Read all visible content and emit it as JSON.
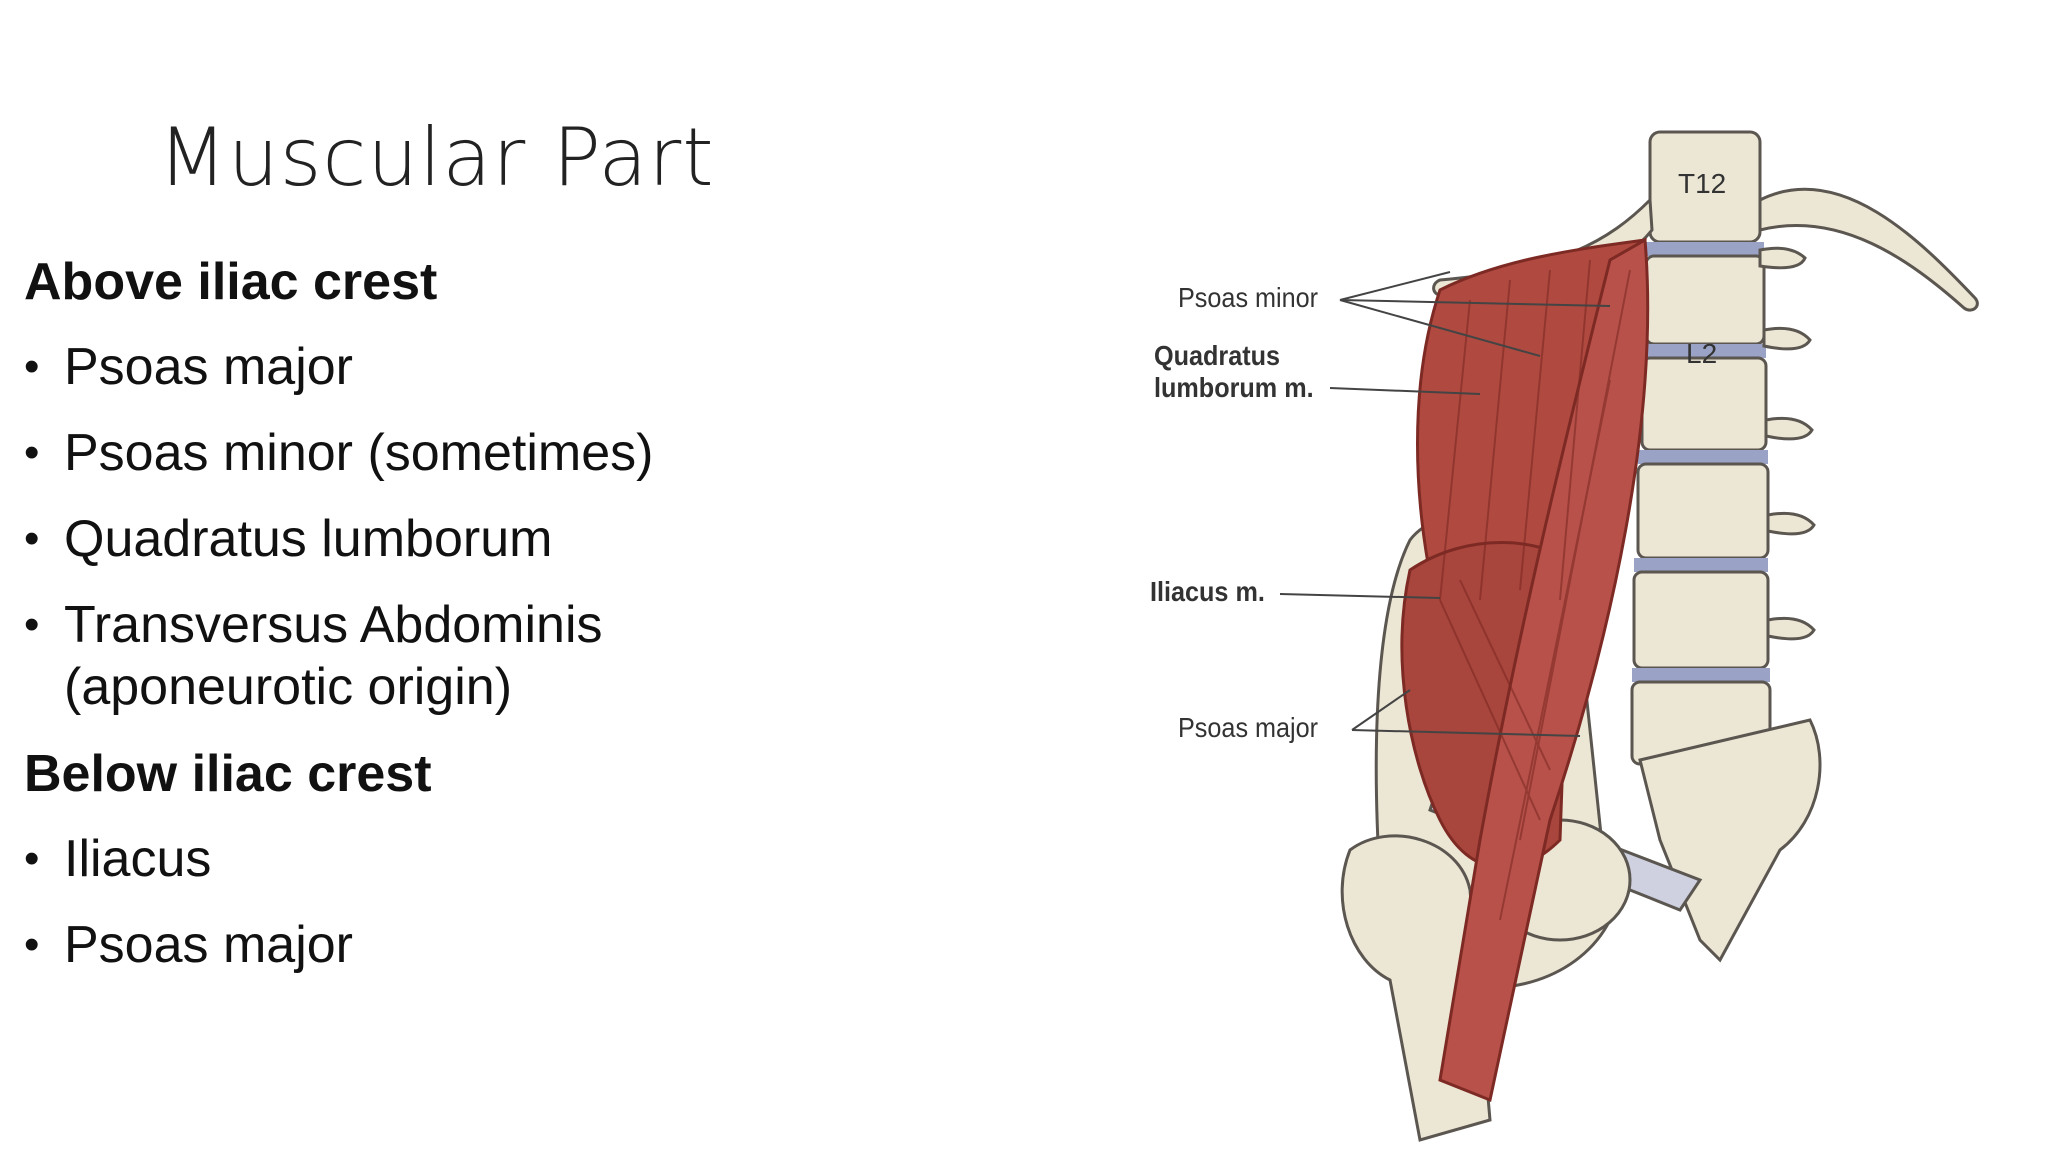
{
  "slide": {
    "title": "Muscular Part"
  },
  "sections": [
    {
      "heading": "Above iliac crest",
      "items": [
        "Psoas major",
        "Psoas minor (sometimes)",
        "Quadratus lumborum",
        "Transversus Abdominis (aponeurotic origin)"
      ]
    },
    {
      "heading": "Below iliac crest",
      "items": [
        "Iliacus",
        "Psoas major"
      ]
    }
  ],
  "figure": {
    "labels": {
      "psoas_minor": "Psoas minor",
      "quadratus_line1": "Quadratus",
      "quadratus_line2": "lumborum m.",
      "iliacus": "Iliacus m.",
      "psoas_major": "Psoas major",
      "t12": "T12",
      "l2": "L2"
    },
    "colors": {
      "muscle": "#b04a40",
      "muscle_dark": "#7e2a24",
      "bone": "#ece6d4",
      "bone_outline": "#5b5650",
      "disc": "#9aa3c6"
    }
  }
}
